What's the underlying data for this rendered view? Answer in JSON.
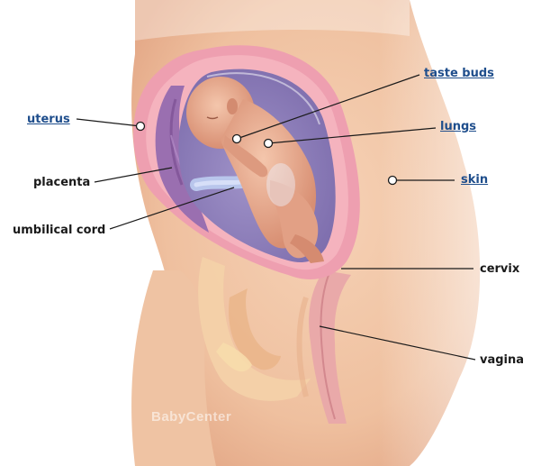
{
  "labels": {
    "uterus": "uterus",
    "placenta": "placenta",
    "umbilical_cord": "umbilical cord",
    "taste_buds": "taste buds",
    "lungs": "lungs",
    "skin": "skin",
    "cervix": "cervix",
    "vagina": "vagina"
  },
  "watermark": "BabyCenter",
  "colors": {
    "link": "#1f4e8c",
    "label": "#1a1a1a",
    "skin": "#f2c6a6",
    "uterus_wall": "#ee9fb0",
    "amniotic": "#a896c8",
    "placenta": "#9a6fb0",
    "cord": "#b9c6ec"
  }
}
